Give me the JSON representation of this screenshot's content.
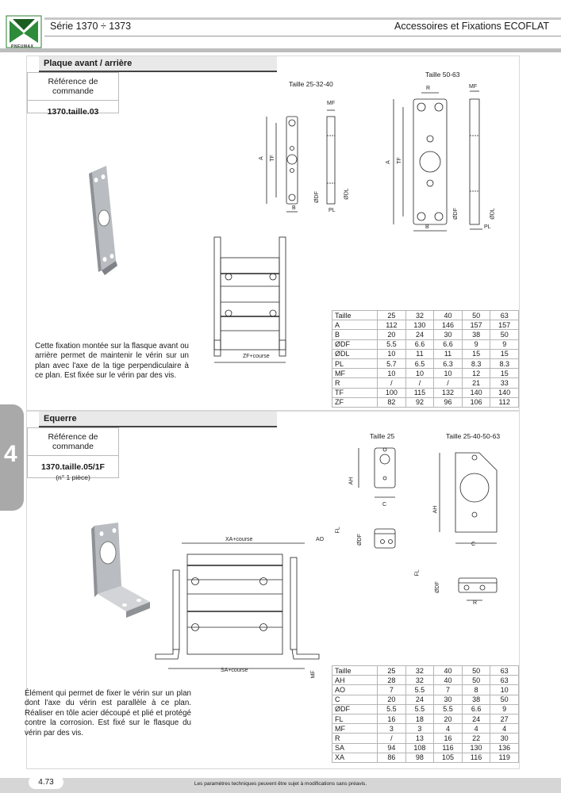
{
  "header": {
    "series": "Série 1370 ÷ 1373",
    "title": "Accessoires et Fixations ECOFLAT",
    "logo_text": "PNEUMAX"
  },
  "side_tab": "4",
  "section1": {
    "title": "Plaque avant / arrière",
    "ref_label": "Référence de commande",
    "ref_code": "1370.taille.03",
    "caption_small": "Taille 25-32-40",
    "caption_large": "Taille 50-63",
    "description": "Cette fixation montée sur la flasque avant ou arrière permet de maintenir le vérin sur un plan avec l'axe de la tige perpendiculaire à ce plan. Est fixée sur le vérin par des vis.",
    "dims": {
      "a": "A",
      "tf": "TF",
      "b": "B",
      "mf": "MF",
      "r": "R",
      "odf": "ØDF",
      "odl": "ØDL",
      "pl": "PL",
      "zf": "ZF+course"
    },
    "table": {
      "rows": [
        [
          "Taille",
          "25",
          "32",
          "40",
          "50",
          "63"
        ],
        [
          "A",
          "112",
          "130",
          "146",
          "157",
          "157"
        ],
        [
          "B",
          "20",
          "24",
          "30",
          "38",
          "50"
        ],
        [
          "ØDF",
          "5.5",
          "6.6",
          "6.6",
          "9",
          "9"
        ],
        [
          "ØDL",
          "10",
          "11",
          "11",
          "15",
          "15"
        ],
        [
          "PL",
          "5.7",
          "6.5",
          "6.3",
          "8.3",
          "8.3"
        ],
        [
          "MF",
          "10",
          "10",
          "10",
          "12",
          "15"
        ],
        [
          "R",
          "/",
          "/",
          "/",
          "21",
          "33"
        ],
        [
          "TF",
          "100",
          "115",
          "132",
          "140",
          "140"
        ],
        [
          "ZF",
          "82",
          "92",
          "96",
          "106",
          "112"
        ]
      ]
    }
  },
  "section2": {
    "title": "Equerre",
    "ref_label": "Référence de commande",
    "ref_code": "1370.taille.05/1F",
    "ref_note": "(n° 1 pièce)",
    "caption_small": "Taille 25",
    "caption_large": "Taille 25-40-50-63",
    "description": "Élément qui permet de fixer le vérin sur un plan dont l'axe du vérin est parallèle à ce plan. Réaliser en tôle acier découpé et plié et protégé contre la corrosion. Est fixé sur le flasque du vérin par des vis.",
    "dims": {
      "xa": "XA+course",
      "ao": "AO",
      "sa": "SA+course",
      "mf": "MF",
      "ah": "AH",
      "c": "C",
      "fl": "FL",
      "odf": "ØDF",
      "r": "R"
    },
    "table": {
      "rows": [
        [
          "Taille",
          "25",
          "32",
          "40",
          "50",
          "63"
        ],
        [
          "AH",
          "28",
          "32",
          "40",
          "50",
          "63"
        ],
        [
          "AO",
          "7",
          "5.5",
          "7",
          "8",
          "10"
        ],
        [
          "C",
          "20",
          "24",
          "30",
          "38",
          "50"
        ],
        [
          "ØDF",
          "5.5",
          "5.5",
          "5.5",
          "6.6",
          "9"
        ],
        [
          "FL",
          "16",
          "18",
          "20",
          "24",
          "27"
        ],
        [
          "MF",
          "3",
          "3",
          "4",
          "4",
          "4"
        ],
        [
          "R",
          "/",
          "13",
          "16",
          "22",
          "30"
        ],
        [
          "SA",
          "94",
          "108",
          "116",
          "130",
          "136"
        ],
        [
          "XA",
          "86",
          "98",
          "105",
          "116",
          "119"
        ]
      ]
    }
  },
  "footer": {
    "page": "4.73",
    "note": "Les paramètres techniques peuvent être sujet à modifications sans préavis."
  }
}
